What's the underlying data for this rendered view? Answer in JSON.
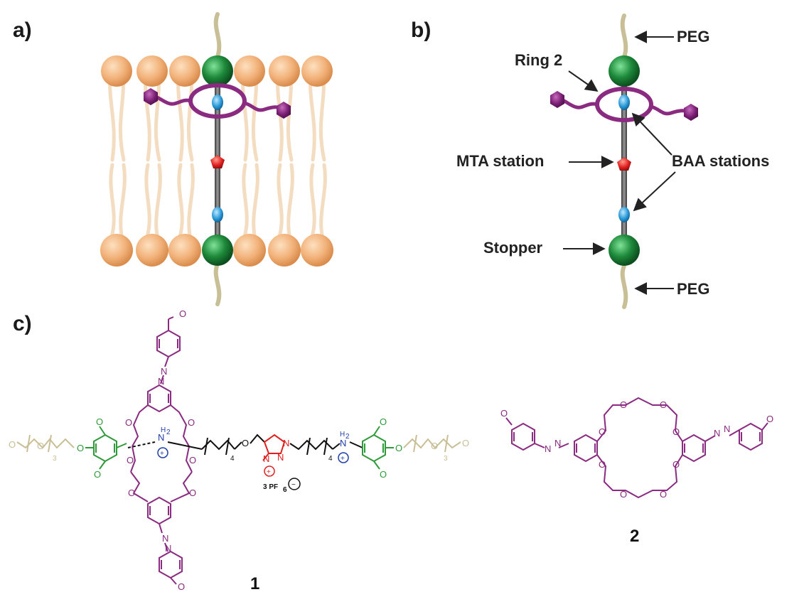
{
  "panels": {
    "a": "a)",
    "b": "b)",
    "c": "c)"
  },
  "callouts": {
    "peg_top": "PEG",
    "ring2": "Ring 2",
    "mta": "MTA station",
    "baa": "BAA stations",
    "stopper": "Stopper",
    "peg_bottom": "PEG"
  },
  "compounds": {
    "one": "1",
    "two": "2"
  },
  "chem": {
    "methoxy": "O",
    "o": "O",
    "n": "N",
    "nh": "N",
    "h2": "H",
    "h2sub": "2",
    "sub3": "3",
    "sub4": "4",
    "plus": "+",
    "counterion": "3 PF",
    "counterion_sub": "6",
    "minus": "−"
  },
  "colors": {
    "lipid_head": "#f2b27a",
    "lipid_tail": "#f4dcc0",
    "stopper": "#1e8a3a",
    "ring": "#8a2a80",
    "baa": "#2a9ad8",
    "mta": "#e02020",
    "peg": "#c9bf96",
    "axle": "#6a6a6a"
  }
}
